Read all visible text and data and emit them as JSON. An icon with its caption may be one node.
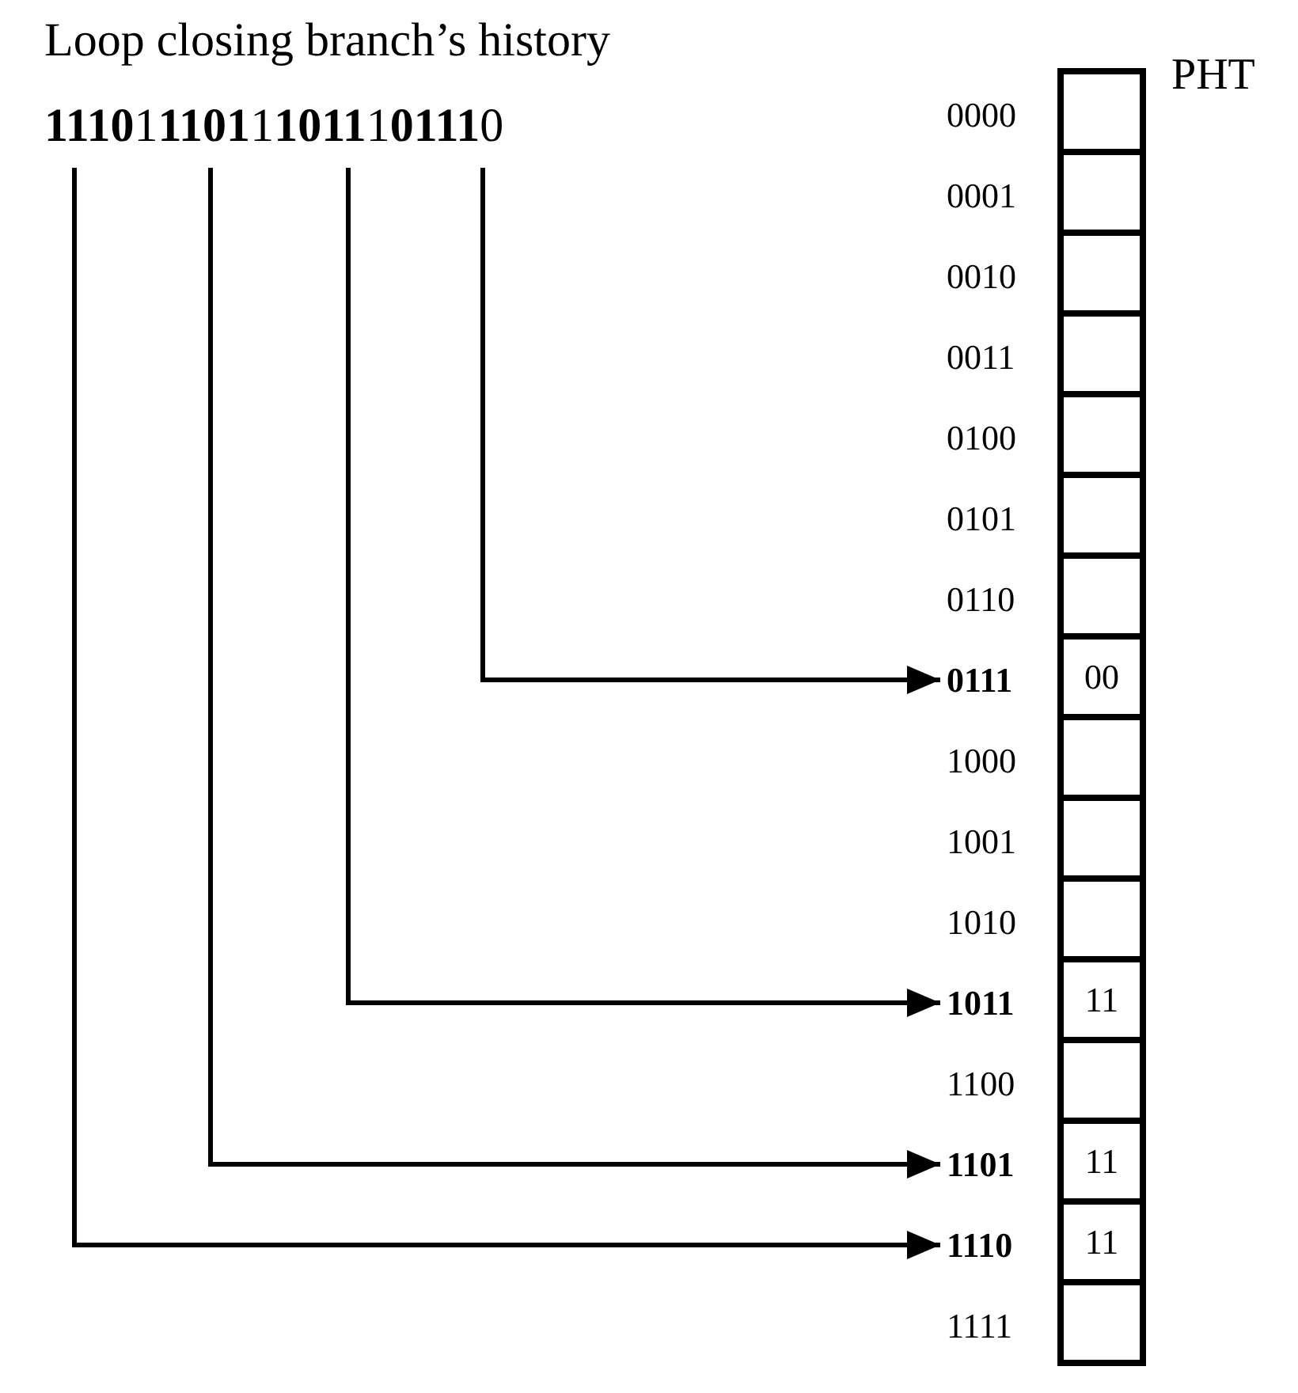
{
  "diagram": {
    "title": "Loop closing branch’s history",
    "nodes": [
      {
        "text": [
          "**1110**1**1101**1**1011**1**0111**0"
        ]
      },
      {
        "text": [
          "PHT"
        ]
      },
      {
        "text": [
          "0000"
        ]
      },
      {
        "text": [],
        "shape": "box",
        "in": 1
      },
      {
        "text": [
          "0001"
        ]
      },
      {
        "text": [],
        "shape": "box",
        "in": 1
      },
      {
        "text": [
          "0010"
        ]
      },
      {
        "text": [],
        "shape": "box",
        "in": 1
      },
      {
        "text": [
          "0011"
        ]
      },
      {
        "text": [],
        "shape": "box",
        "in": 1
      },
      {
        "text": [
          "0100"
        ]
      },
      {
        "text": [],
        "shape": "box",
        "in": 1
      },
      {
        "text": [
          "0101"
        ]
      },
      {
        "text": [],
        "shape": "box",
        "in": 1
      },
      {
        "text": [
          "0110"
        ]
      },
      {
        "text": [],
        "shape": "box",
        "in": 1
      },
      {
        "text": [
          "0111"
        ]
      },
      {
        "text": [
          "00"
        ],
        "in": 1
      },
      {
        "text": [
          "1000"
        ]
      },
      {
        "text": [],
        "shape": "box",
        "in": 1
      },
      {
        "text": [
          "1001"
        ]
      },
      {
        "text": [],
        "shape": "box",
        "in": 1
      },
      {
        "text": [
          "1010"
        ]
      },
      {
        "text": [],
        "shape": "box",
        "in": 1
      },
      {
        "text": [
          "1011"
        ]
      },
      {
        "text": [
          "11"
        ],
        "in": 1
      },
      {
        "text": [
          "1100"
        ]
      },
      {
        "text": [],
        "shape": "box",
        "in": 1
      },
      {
        "text": [
          "1101"
        ]
      },
      {
        "text": [
          "11"
        ],
        "in": 1
      },
      {
        "text": [
          "1110"
        ]
      },
      {
        "text": [
          "11"
        ],
        "in": 1
      },
      {
        "text": [
          "1111"
        ]
      },
      {
        "text": [],
        "shape": "box",
        "in": 1
      }
    ],
    "edges": [
      {
        "from": 0,
        "to": 16,
        "arrow": "to"
      },
      {
        "from": 0,
        "to": 24,
        "arrow": "to"
      },
      {
        "from": 0,
        "to": 28,
        "arrow": "to"
      },
      {
        "from": 0,
        "to": 30,
        "arrow": "to"
      }
    ]
  }
}
